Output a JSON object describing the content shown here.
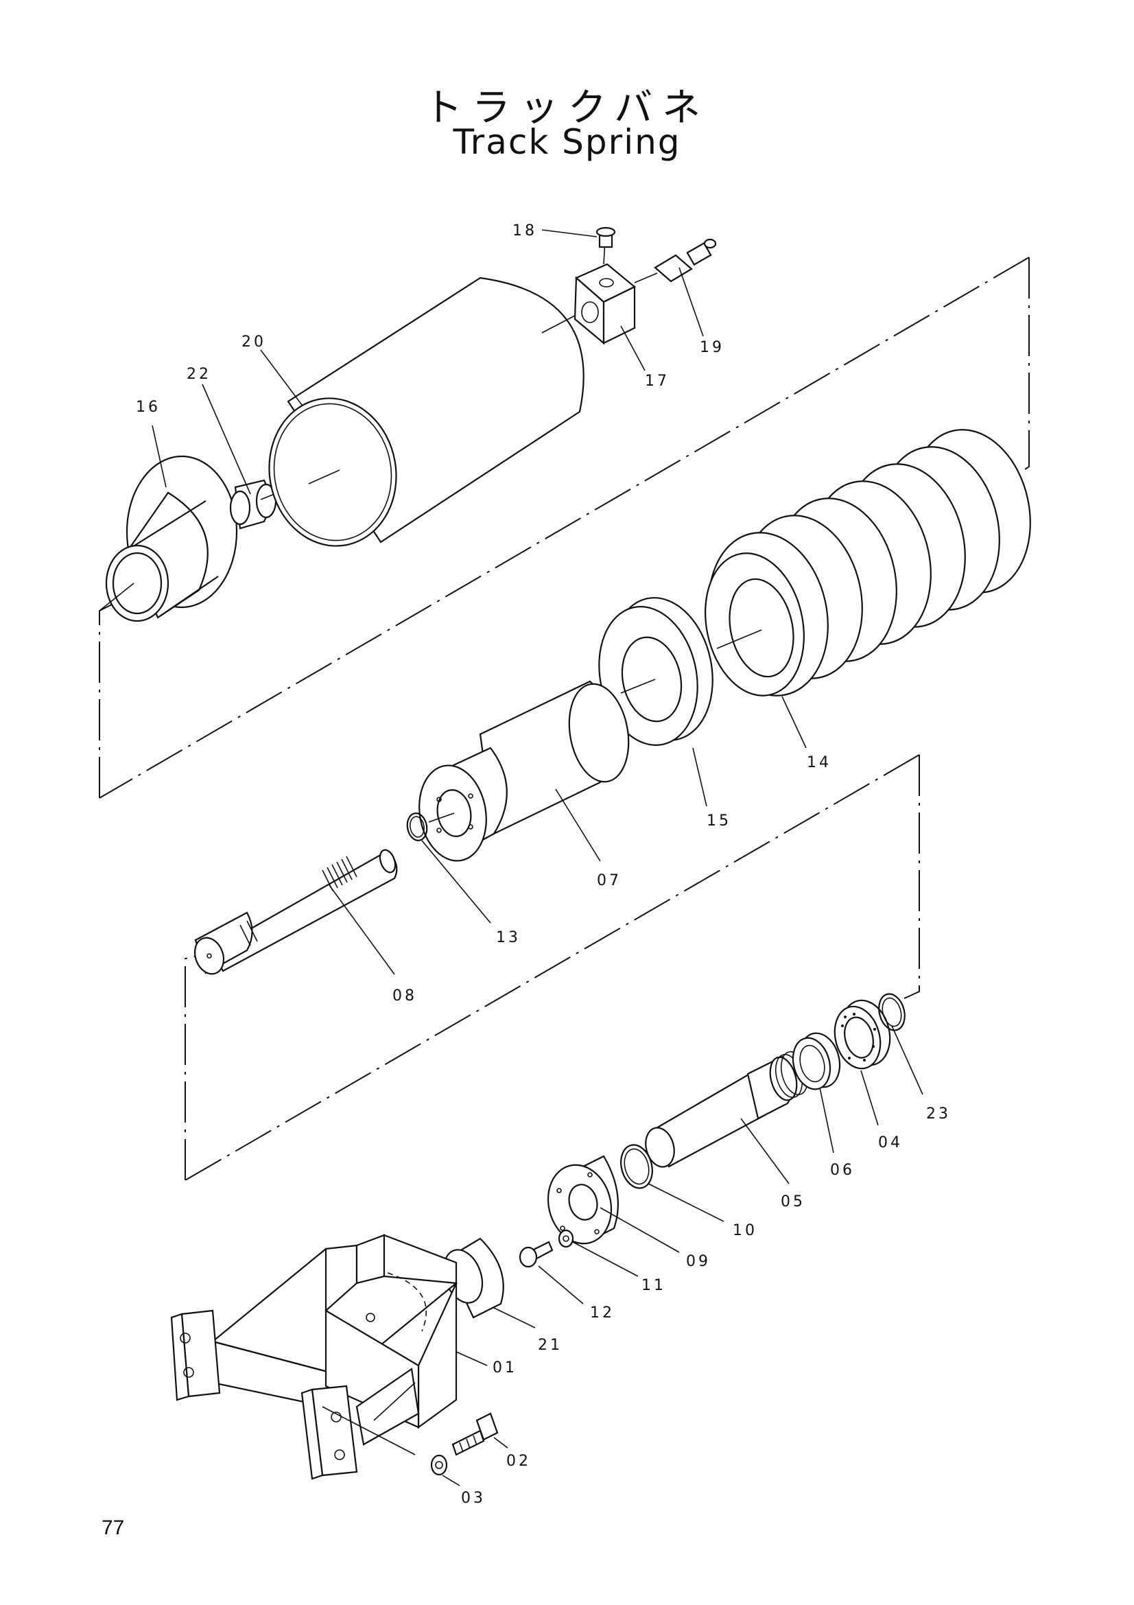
{
  "header": {
    "title_jp": "トラックバネ",
    "title_en": "Track Spring"
  },
  "footer": {
    "page_number": "77"
  },
  "parts": {
    "p01": "01",
    "p02": "02",
    "p03": "03",
    "p04": "04",
    "p05": "05",
    "p06": "06",
    "p07": "07",
    "p08": "08",
    "p09": "09",
    "p10": "10",
    "p11": "11",
    "p12": "12",
    "p13": "13",
    "p14": "14",
    "p15": "15",
    "p16": "16",
    "p17": "17",
    "p18": "18",
    "p19": "19",
    "p20": "20",
    "p21": "21",
    "p22": "22",
    "p23": "23"
  }
}
